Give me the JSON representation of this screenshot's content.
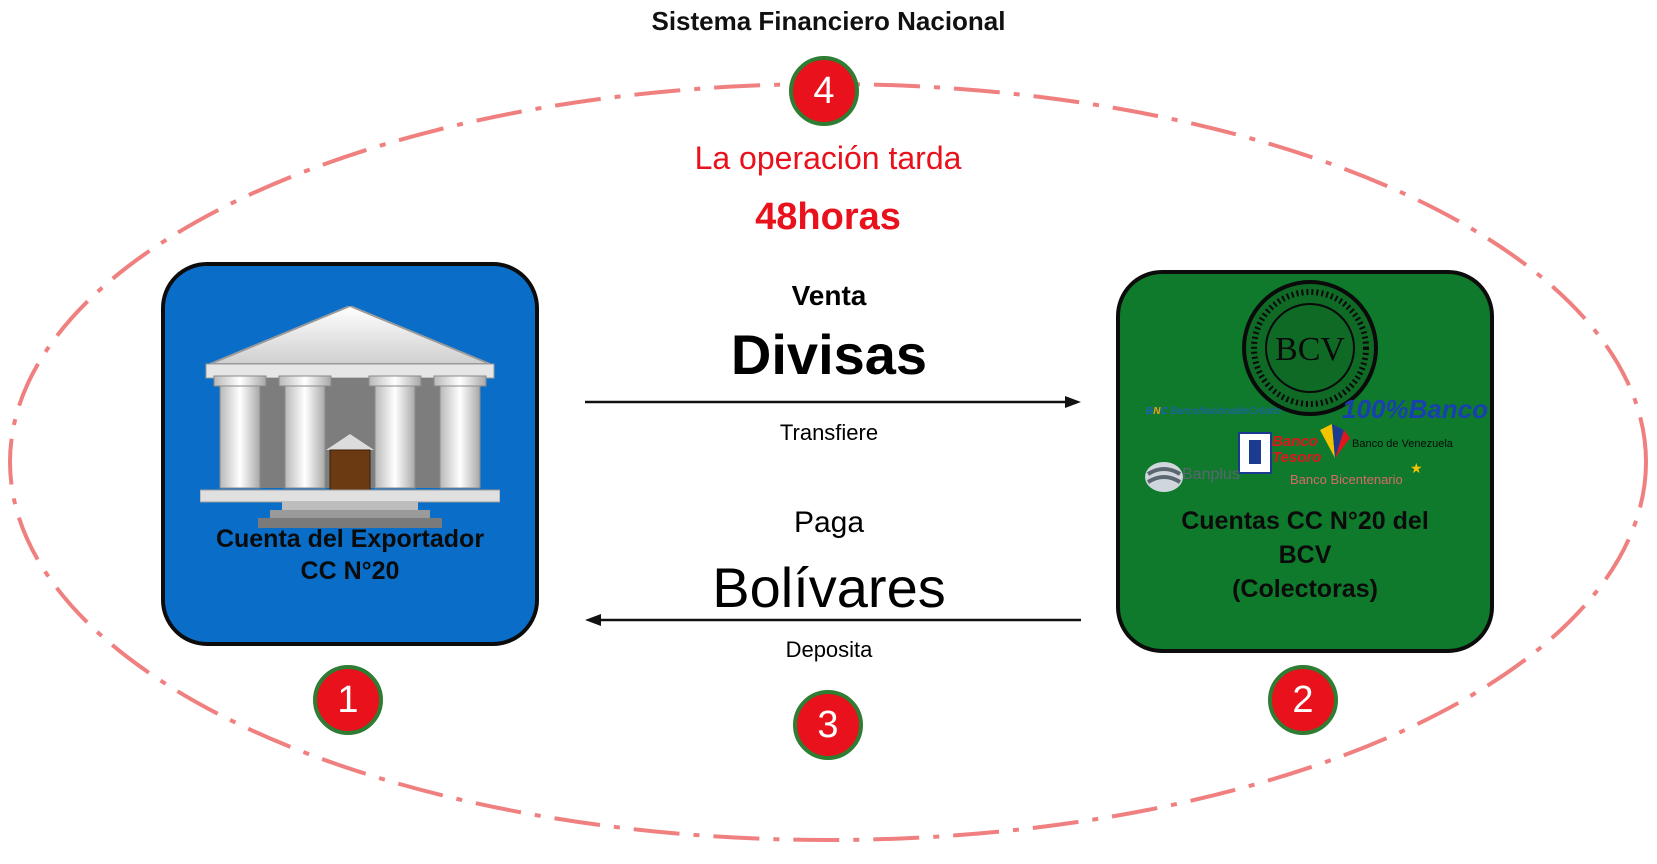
{
  "title": "Sistema Financiero Nacional",
  "badges": {
    "one": "1",
    "two": "2",
    "three": "3",
    "four": "4"
  },
  "note": {
    "line1": "La operación tarda",
    "line2": "48horas"
  },
  "exporter": {
    "line1": "Cuenta del Exportador",
    "line2": "CC N°20"
  },
  "bcv": {
    "line1": "Cuentas CC N°20 del",
    "line2": "BCV",
    "line3": "(Colectoras)"
  },
  "top_flow": {
    "small": "Venta",
    "big": "Divisas",
    "caption": "Transfiere"
  },
  "bottom_flow": {
    "small": "Paga",
    "big": "Bolívares",
    "caption": "Deposita"
  },
  "logos": {
    "seal": "BCV",
    "bnc": "BancoNacionaldeCrédito",
    "cien": "100%Banco",
    "venezuela": "Banco de Venezuela",
    "tesoro_a": "Banco",
    "tesoro_b": "Tesoro",
    "banplus": "Banplus",
    "bicentenario": "Banco Bicentenario"
  },
  "colors": {
    "badge_fill": "#e8111c",
    "badge_ring": "#2e7d32",
    "exporter_card": "#0a6ec9",
    "bcv_card": "#0f7a2b",
    "ellipse": "#f08080",
    "note": "#e8111c"
  },
  "icons": {
    "exporter_card": "bank-building-icon",
    "bcv_card": "bcv-seal-icon"
  }
}
